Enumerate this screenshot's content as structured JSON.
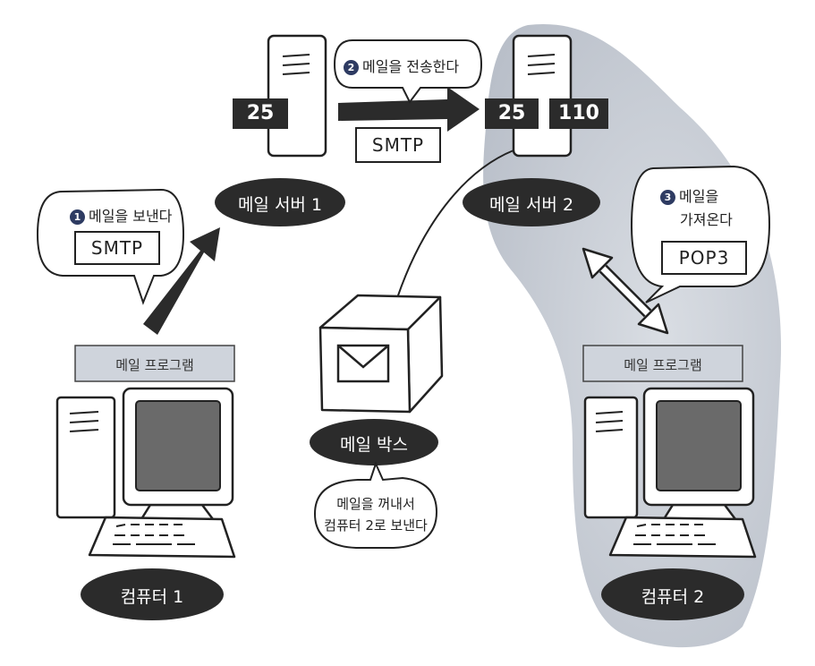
{
  "server1": {
    "label": "메일 서버 1",
    "port": "25"
  },
  "server2": {
    "label": "메일 서버 2",
    "port_smtp": "25",
    "port_pop": "110"
  },
  "transfer": {
    "step": "2",
    "text": "메일을 전송한다",
    "protocol": "SMTP"
  },
  "send": {
    "step": "1",
    "text": "메일을 보낸다",
    "protocol": "SMTP"
  },
  "fetch": {
    "step": "3",
    "line1": "메일을",
    "line2": "가져온다",
    "protocol": "POP3"
  },
  "mailbox": {
    "label": "메일 박스",
    "note_line1": "메일을 꺼내서",
    "note_line2": "컴퓨터 2로 보낸다"
  },
  "computer1": {
    "label": "컴퓨터 1",
    "program": "메일 프로그램"
  },
  "computer2": {
    "label": "컴퓨터 2",
    "program": "메일 프로그램"
  },
  "colors": {
    "dark": "#2b2b2b",
    "badge": "#2e3b62",
    "highlight_region": "#c9ced6",
    "program_bar": "#cfd4dc",
    "screen": "#6a6a6a"
  }
}
